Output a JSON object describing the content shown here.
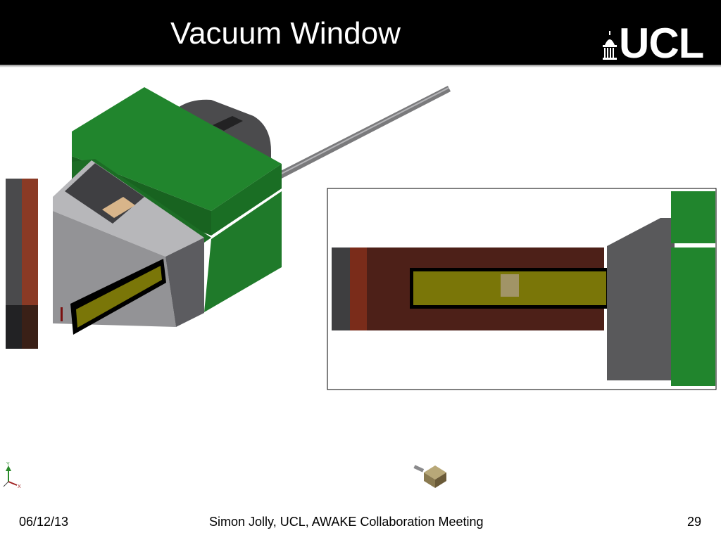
{
  "slide": {
    "title": "Vacuum Window",
    "logo_text": "UCL",
    "footer": {
      "date": "06/12/13",
      "center": "Simon Jolly, UCL, AWAKE Collaboration Meeting",
      "page": "29"
    }
  },
  "axis": {
    "y_label": "Y",
    "x_label": "X"
  },
  "colors": {
    "header_bg": "#000000",
    "green": "#1f7a2a",
    "gray": "#8c8c8e",
    "copper": "#8a3a25",
    "olive": "#7a7608"
  }
}
